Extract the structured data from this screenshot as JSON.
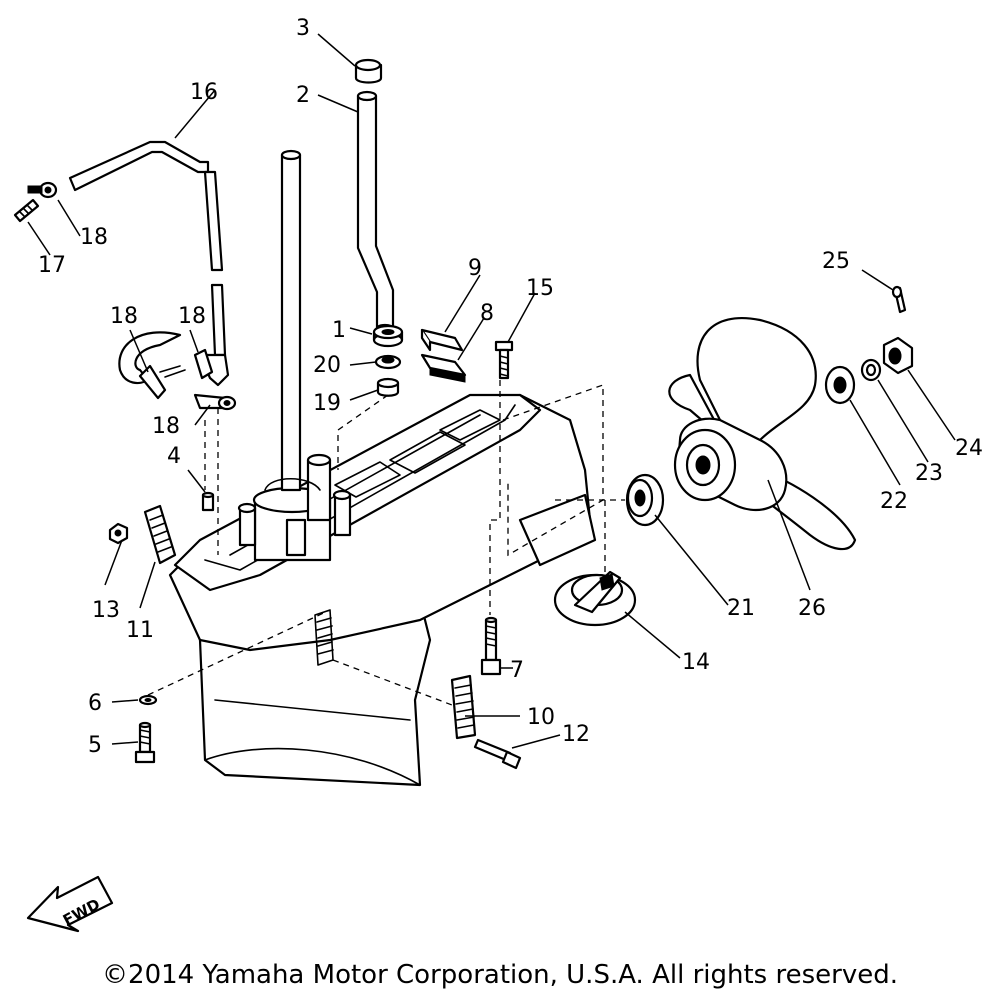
{
  "callouts": {
    "c1": "1",
    "c2": "2",
    "c3": "3",
    "c4": "4",
    "c5": "5",
    "c6": "6",
    "c7": "7",
    "c8": "8",
    "c9": "9",
    "c10": "10",
    "c11": "11",
    "c12": "12",
    "c13": "13",
    "c14": "14",
    "c15": "15",
    "c16": "16",
    "c17": "17",
    "c18": "18",
    "c19": "19",
    "c20": "20",
    "c21": "21",
    "c22": "22",
    "c23": "23",
    "c24": "24",
    "c25": "25",
    "c26": "26"
  },
  "fwd_label": "FWD",
  "copyright": "©2014 Yamaha Motor Corporation, U.S.A. All rights reserved."
}
